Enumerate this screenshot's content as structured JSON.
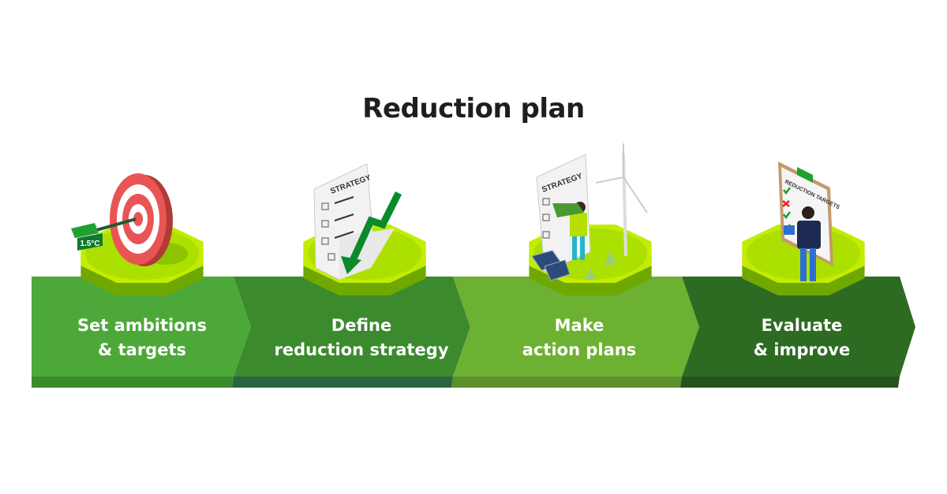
{
  "title": "Reduction plan",
  "steps": [
    {
      "line1": "Set ambitions",
      "line2": "& targets",
      "icon": "target-icon",
      "badge": "1.5°C",
      "color": "#4ca838",
      "shade": "#3a8a2c"
    },
    {
      "line1": "Define",
      "line2": "reduction strategy",
      "icon": "strategy-document-icon",
      "doc_title": "STRATEGY",
      "color": "#3c8a2e",
      "shade": "#2a6442"
    },
    {
      "line1": "Make",
      "line2": "action plans",
      "icon": "action-plan-icon",
      "doc_title": "STRATEGY",
      "color": "#6db133",
      "shade": "#5e8f2e"
    },
    {
      "line1": "Evaluate",
      "line2": "& improve",
      "icon": "clipboard-evaluation-icon",
      "doc_title": "REDUCTION TARGETS",
      "color": "#2e6b22",
      "shade": "#23531a"
    }
  ]
}
